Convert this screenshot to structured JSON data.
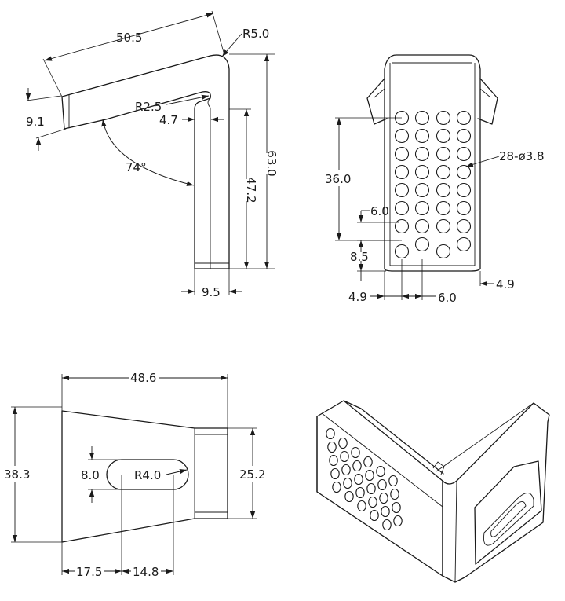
{
  "side_view": {
    "width_top": "50.5",
    "bend_radius": "R5.0",
    "thickness": "9.1",
    "slot_radius": "R2.5",
    "slot_offset": "4.7",
    "angle": "74°",
    "total_height": "63.0",
    "leg_height": "47.2",
    "leg_width": "9.5"
  },
  "front_view": {
    "holes": "28-ø3.8",
    "pattern_height": "36.0",
    "row_pitch": "6.0",
    "bottom_offset": "8.5",
    "side_margin_left": "4.9",
    "column_pitch": "6.0",
    "side_margin_right": "4.9"
  },
  "top_view": {
    "length": "48.6",
    "width_large": "38.3",
    "slot_width": "8.0",
    "slot_radius": "R4.0",
    "width_small": "25.2",
    "slot_x": "17.5",
    "slot_length": "14.8"
  }
}
